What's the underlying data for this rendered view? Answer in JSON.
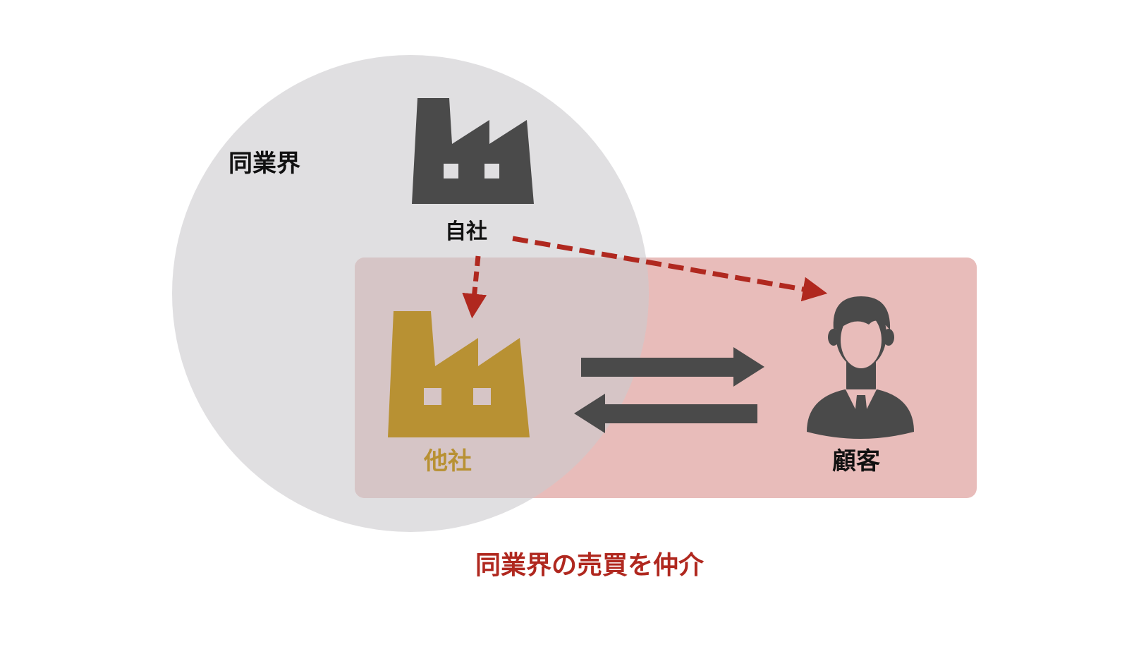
{
  "diagram": {
    "industry_label": "同業界",
    "own_company_label": "自社",
    "other_company_label": "他社",
    "customer_label": "顧客",
    "caption": "同業界の売買を仲介"
  },
  "colors": {
    "industry_circle": "#e0dfe1",
    "customer_area": "#e8bcba",
    "overlap_area": "#d6c5c6",
    "own_factory": "#4a4a4a",
    "other_factory": "#b89133",
    "customer_icon": "#4a4a4a",
    "exchange_arrows": "#4a4a4a",
    "dashed_arrows": "#b0281f",
    "other_label_text": "#b89133",
    "caption_text": "#b0281f"
  },
  "icons": {
    "own_company": "factory-icon",
    "other_company": "factory-icon",
    "customer": "businessperson-icon"
  }
}
